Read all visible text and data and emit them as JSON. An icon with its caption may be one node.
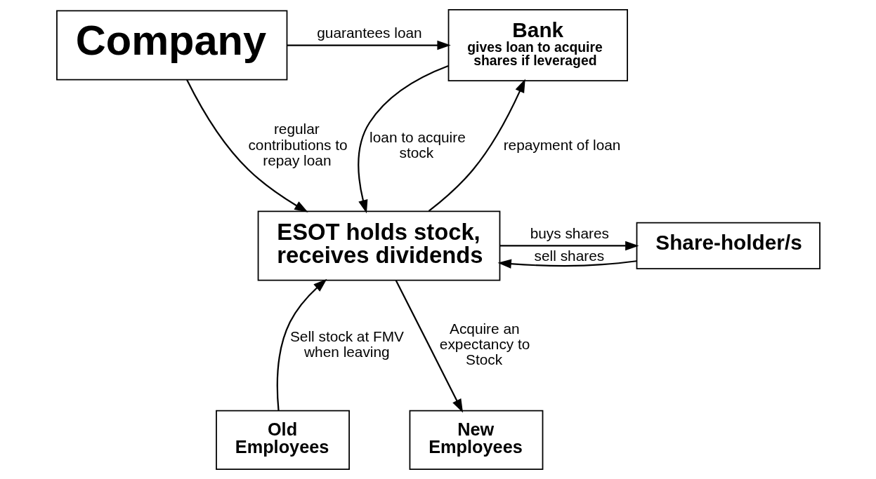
{
  "diagram": {
    "nodes": [
      {
        "text": [
          "Company"
        ]
      },
      {
        "text": [
          "Bank",
          "gives loan to acquire shares if leveraged"
        ]
      },
      {
        "text": [
          "Old Employees"
        ]
      },
      {
        "text": [
          "New Employees"
        ]
      },
      {
        "text": [
          "ESOT holds stock, receives dividends"
        ]
      },
      {
        "text": [
          "Share-holder/s"
        ]
      }
    ],
    "edges": [
      {
        "from": 0,
        "to": 1,
        "arrow": "to",
        "label": "guarantees loan"
      },
      {
        "from": 0,
        "to": 4,
        "arrow": "to",
        "label": "regular contributions to repay loan"
      },
      {
        "from": 1,
        "to": 4,
        "arrow": "to",
        "label": "loan to acquire stock"
      },
      {
        "from": 4,
        "to": 1,
        "arrow": "to",
        "label": "repayment of loan"
      },
      {
        "from": 2,
        "to": 4,
        "arrow": "to",
        "label": "Sell stock at FMV when leaving"
      },
      {
        "from": 4,
        "to": 3,
        "arrow": "to",
        "label": "Acquire an expectancy to Stock"
      },
      {
        "from": 4,
        "to": 5,
        "arrow": "to",
        "label": "buys shares"
      },
      {
        "from": 5,
        "to": 4,
        "arrow": "to",
        "label": "sell shares"
      }
    ]
  }
}
